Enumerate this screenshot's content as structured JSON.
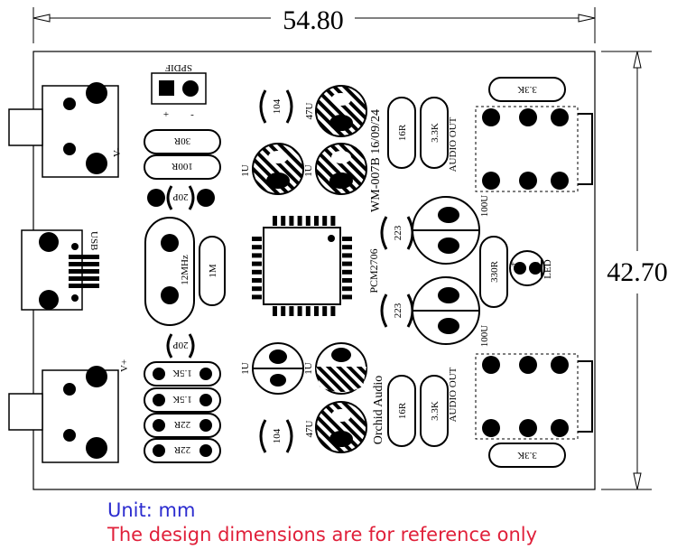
{
  "dimensions": {
    "width": "54.80",
    "height": "42.70"
  },
  "notes": {
    "unit": "Unit: mm",
    "disclaimer": "The design dimensions are for reference only"
  },
  "labels": {
    "spdif": "SPDIF",
    "plus": "+",
    "minus": "-",
    "r30": "30R",
    "r100": "100R",
    "c20p": "20P",
    "crystal": "12MHz",
    "r1m": "1M",
    "r15k": "1.5K",
    "r22": "22R",
    "c104": "104",
    "c47u": "47U",
    "c1u": "1U",
    "board": "WM-007B 16/09/24",
    "pcm": "PCM2706",
    "brand": "Orchid Audio",
    "r16": "16R",
    "r33k": "3.3K",
    "audio_out": "AUDIO OUT",
    "c100u": "100U",
    "c223": "223",
    "r330": "330R",
    "led": "LED",
    "usb": "USB",
    "vminus": "V-",
    "vplus": "V+"
  },
  "colors": {
    "line": "#000000",
    "unit_text": "#2b2bcf",
    "note_text": "#e0203a"
  }
}
